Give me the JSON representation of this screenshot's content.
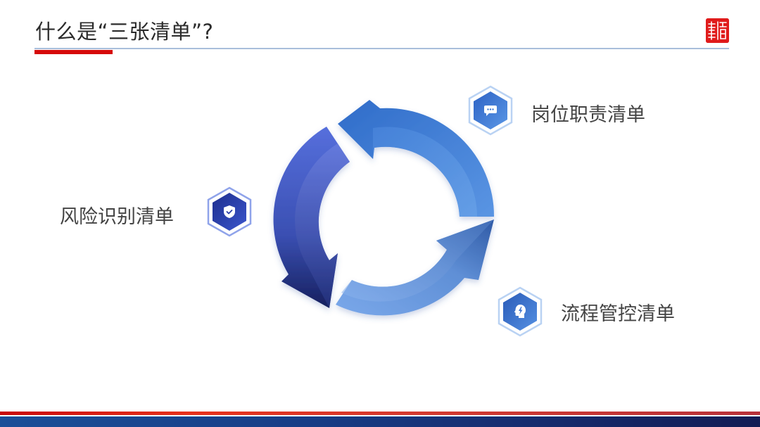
{
  "header": {
    "title": "什么是“三张清单”?"
  },
  "logo": {
    "icon": "red-seal-stamp-icon",
    "color": "#e01b1b"
  },
  "diagram": {
    "type": "cycle",
    "arrow_colors": [
      "#3d7bd6",
      "#6f9fe3",
      "#2b3d9e"
    ],
    "nodes": [
      {
        "label": "岗位职责清单",
        "icon": "chat-bubble-icon",
        "hex_color": "#3f7ad6"
      },
      {
        "label": "风险识别清单",
        "icon": "shield-check-icon",
        "hex_color": "#2a3ea8"
      },
      {
        "label": "流程管控清单",
        "icon": "head-lightning-icon",
        "hex_color": "#3d73cf"
      }
    ]
  },
  "colors": {
    "accent_red": "#d60a0a",
    "title_line": "#a9bedb",
    "footer_blue": "#173d86"
  }
}
